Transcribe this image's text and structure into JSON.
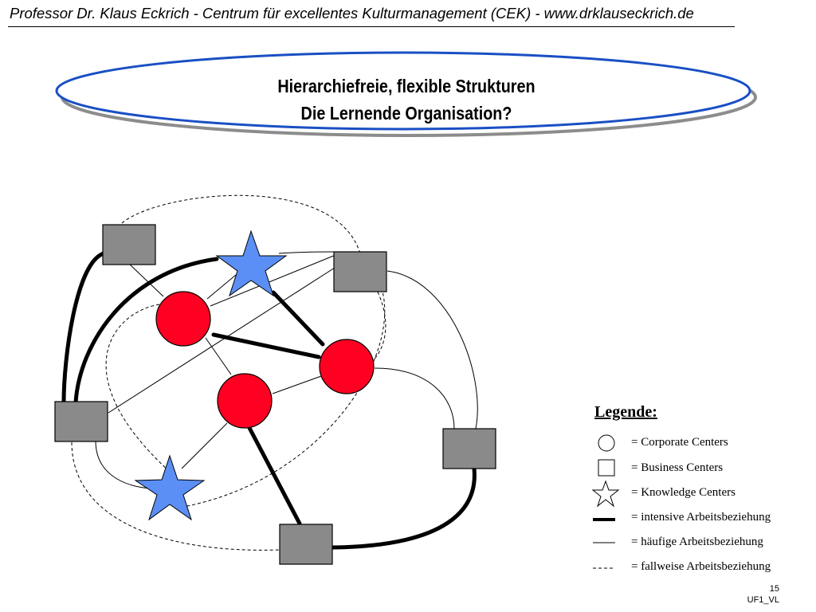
{
  "header": {
    "text": "Professor Dr. Klaus Eckrich - Centrum für excellentes Kulturmanagement (CEK) - www.drklauseckrich.de"
  },
  "title": {
    "line1": "Hierarchiefreie, flexible Strukturen",
    "line2": "Die Lernende Organisation?"
  },
  "legend": {
    "title": "Legende:",
    "items": [
      {
        "symbol": "circle",
        "label": "= Corporate Centers"
      },
      {
        "symbol": "square",
        "label": "= Business Centers"
      },
      {
        "symbol": "star",
        "label": "= Knowledge Centers"
      },
      {
        "symbol": "thick-line",
        "label": "= intensive Arbeitsbeziehung"
      },
      {
        "symbol": "thin-line",
        "label": "= häufige Arbeitsbeziehung"
      },
      {
        "symbol": "dashed-line",
        "label": "= fallweise Arbeitsbeziehung"
      }
    ]
  },
  "footer": {
    "page_number": "15",
    "code": "UF1_VL"
  },
  "colors": {
    "corporate_center": "#ff0022",
    "business_center": "#8a8a8a",
    "knowledge_center": "#5b8ff5",
    "ellipse_outline": "#1a4fc4",
    "ellipse_shadow": "#8c8c8c"
  }
}
